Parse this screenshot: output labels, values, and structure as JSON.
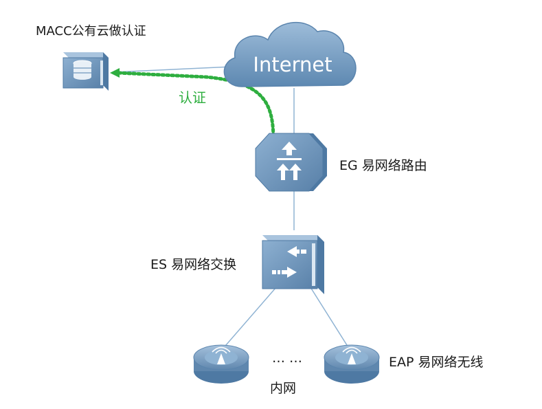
{
  "nodes": {
    "cloud": {
      "label": "Internet"
    },
    "macc": {
      "label": "MACC公有云做认证"
    },
    "eg": {
      "label": "EG 易网络路由"
    },
    "es": {
      "label": "ES 易网络交换"
    },
    "eap": {
      "label": "EAP 易网络无线"
    }
  },
  "edges": {
    "auth": {
      "label": "认证"
    }
  },
  "annotations": {
    "ellipsis": "… …",
    "lan": "内网"
  },
  "colors": {
    "line": "#7fa8cc",
    "auth": "#2eae3f",
    "device": "#6f96bd",
    "device_dark": "#3e6b96",
    "cloud": "#7aa3c8"
  }
}
